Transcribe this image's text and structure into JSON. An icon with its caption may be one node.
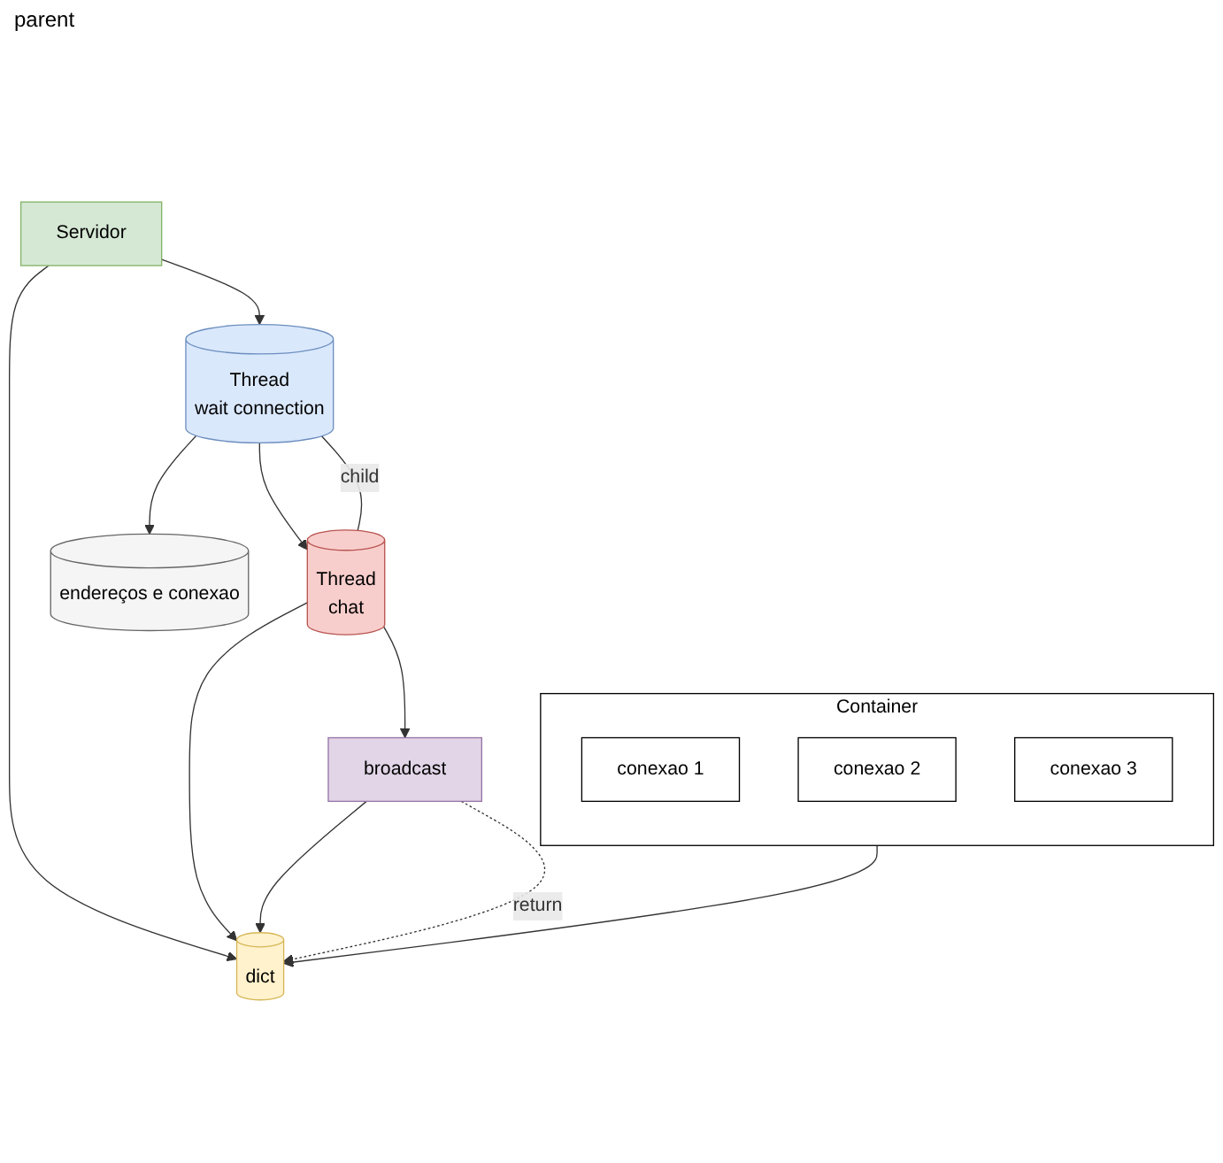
{
  "diagram": {
    "nodes": [
      {
        "text": [
          "Servidor"
        ]
      },
      {
        "text": [
          "Thread",
          "chat"
        ]
      },
      {
        "text": [
          "Thread",
          "wait connection"
        ]
      },
      {
        "text": [
          "endereços e conexao"
        ]
      },
      {
        "text": [
          "dict"
        ]
      },
      {
        "text": [
          "broadcast"
        ]
      },
      {
        "text": [
          "Container"
        ]
      },
      {
        "text": [
          "conexao 1"
        ],
        "in": 6
      },
      {
        "text": [
          "conexao 2"
        ],
        "in": 6
      },
      {
        "text": [
          "conexao 3"
        ],
        "in": 6
      }
    ],
    "edges": [
      {
        "from": 0,
        "to": 4,
        "arrow": "to"
      },
      {
        "from": 0,
        "to": 2,
        "arrow": "to"
      },
      {
        "from": 1,
        "to": 2,
        "arrow": "none",
        "label": "child"
      },
      {
        "from": 2,
        "to": 1,
        "arrow": "to"
      },
      {
        "from": 1,
        "to": 4,
        "arrow": "to"
      },
      {
        "from": 1,
        "to": 5,
        "arrow": "to"
      },
      {
        "from": 2,
        "to": 3,
        "arrow": "to"
      },
      {
        "from": 5,
        "to": 4,
        "arrow": "to"
      },
      {
        "from": 5,
        "to": 4,
        "arrow": "to",
        "style": "dashed",
        "label": "return"
      },
      {
        "from": 6,
        "to": 4,
        "arrow": "to"
      }
    ],
    "labels": [
      "parent"
    ]
  }
}
